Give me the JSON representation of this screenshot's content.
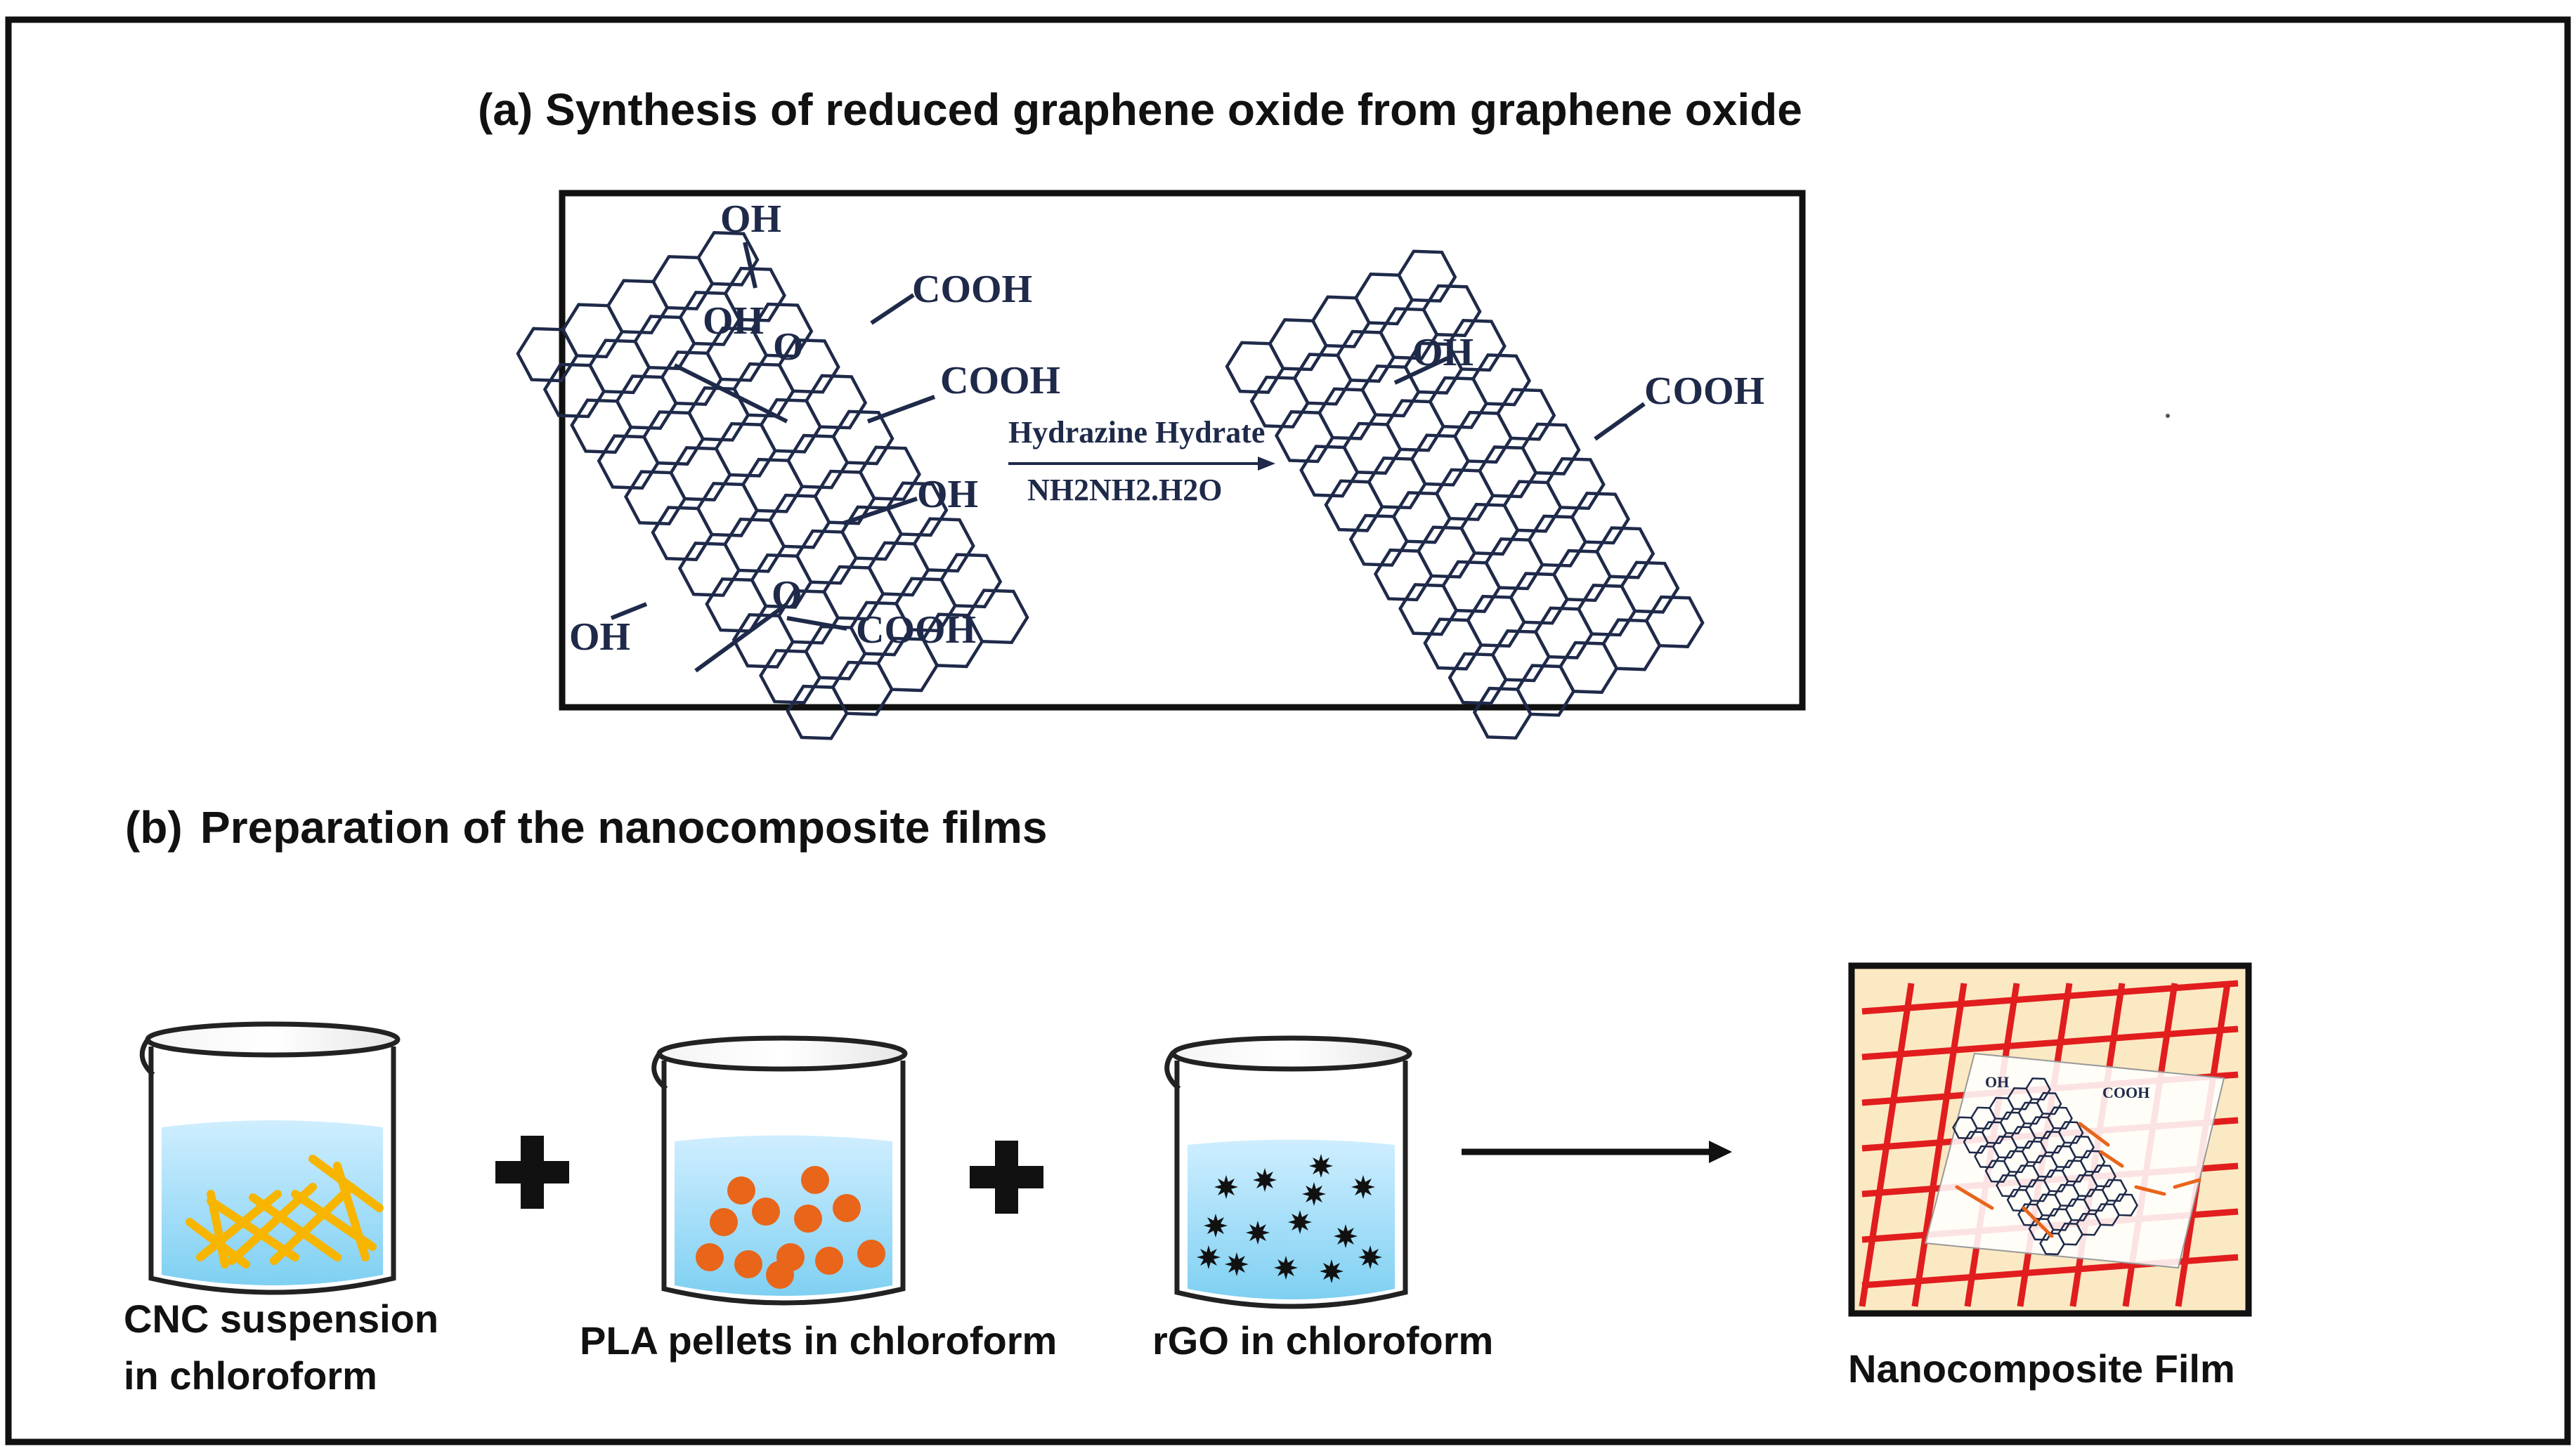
{
  "section_a": {
    "title": "(a) Synthesis of reduced graphene oxide from graphene oxide",
    "go_labels": {
      "oh_top": "OH",
      "cooh_1": "COOH",
      "oh_mid": "OH",
      "o_mid": "O",
      "cooh_2": "COOH",
      "oh_right": "OH",
      "o_low": "O",
      "cooh_3": "COOH",
      "oh_bottom": "OH"
    },
    "reaction": {
      "reagent_name": "Hydrazine Hydrate",
      "reagent_formula": "NH2NH2.H2O"
    },
    "rgo_labels": {
      "oh": "OH",
      "cooh": "COOH"
    }
  },
  "section_b": {
    "title_prefix": "(b)",
    "title": "Preparation of the nanocomposite films",
    "beakers": [
      {
        "label_line1": "CNC suspension",
        "label_line2": "in chloroform"
      },
      {
        "label_line1": "PLA pellets in chloroform",
        "label_line2": ""
      },
      {
        "label_line1": "rGO in chloroform",
        "label_line2": ""
      }
    ],
    "result_label": "Nanocomposite Film",
    "film_labels": {
      "oh": "OH",
      "cooh": "COOH"
    }
  },
  "colors": {
    "liquid_top": "#cfeeff",
    "liquid_bottom": "#7fd0f2",
    "cnc_fibers": "#f7b500",
    "pla_pellets": "#e8651a",
    "rgo_flakes": "#111111",
    "film_background": "#fbe9c4",
    "film_grid": "#e11d1d",
    "graphene": "#1f2a4a"
  }
}
